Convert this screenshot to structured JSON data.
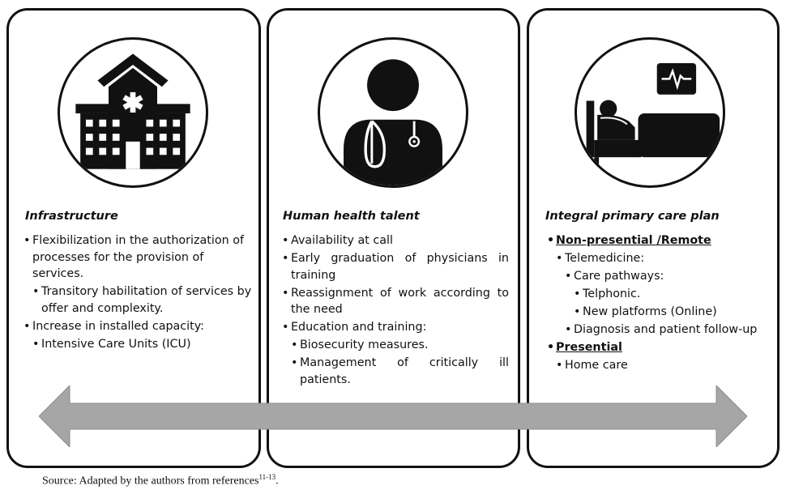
{
  "colors": {
    "outline": "#111111",
    "arrow_fill": "#a6a6a6",
    "background": "#ffffff"
  },
  "panels": [
    {
      "icon": "hospital-building-icon",
      "title": "Infrastructure",
      "items": [
        {
          "level": 1,
          "text": "Flexibilization in the authorization of processes for the provision of services."
        },
        {
          "level": 2,
          "text": "Transitory habilitation of services by offer and complexity."
        },
        {
          "level": 1,
          "text": "Increase in installed capacity:"
        },
        {
          "level": 2,
          "text": "Intensive Care Units (ICU)"
        }
      ]
    },
    {
      "icon": "doctor-stethoscope-icon",
      "title": "Human health talent",
      "items": [
        {
          "level": 1,
          "text": "Availability at call"
        },
        {
          "level": 1,
          "text": "Early graduation of physicians in training"
        },
        {
          "level": 1,
          "text": "Reassignment of work according to the need"
        },
        {
          "level": 1,
          "text": "Education and training:"
        },
        {
          "level": 2,
          "text": "Biosecurity measures."
        },
        {
          "level": 2,
          "text": "Management of critically ill patients."
        }
      ]
    },
    {
      "icon": "patient-bed-monitor-icon",
      "title": "Integral primary care plan",
      "items": [
        {
          "level": 1,
          "text": "Non-presential /Remote",
          "bold": true
        },
        {
          "level": 2,
          "text": "Telemedicine:"
        },
        {
          "level": 3,
          "text": "Care pathways:"
        },
        {
          "level": 4,
          "text": "Telphonic."
        },
        {
          "level": 4,
          "text": "New platforms (Online)"
        },
        {
          "level": 3,
          "text": "Diagnosis and patient follow-up"
        },
        {
          "level": 1,
          "text": "Presential",
          "bold": true
        },
        {
          "level": 2,
          "text": "Home care"
        }
      ]
    }
  ],
  "arrow_icon": "double-headed-arrow-icon",
  "source": {
    "text": "Source: Adapted by the authors from references",
    "refs": "11-13",
    "suffix": "."
  }
}
